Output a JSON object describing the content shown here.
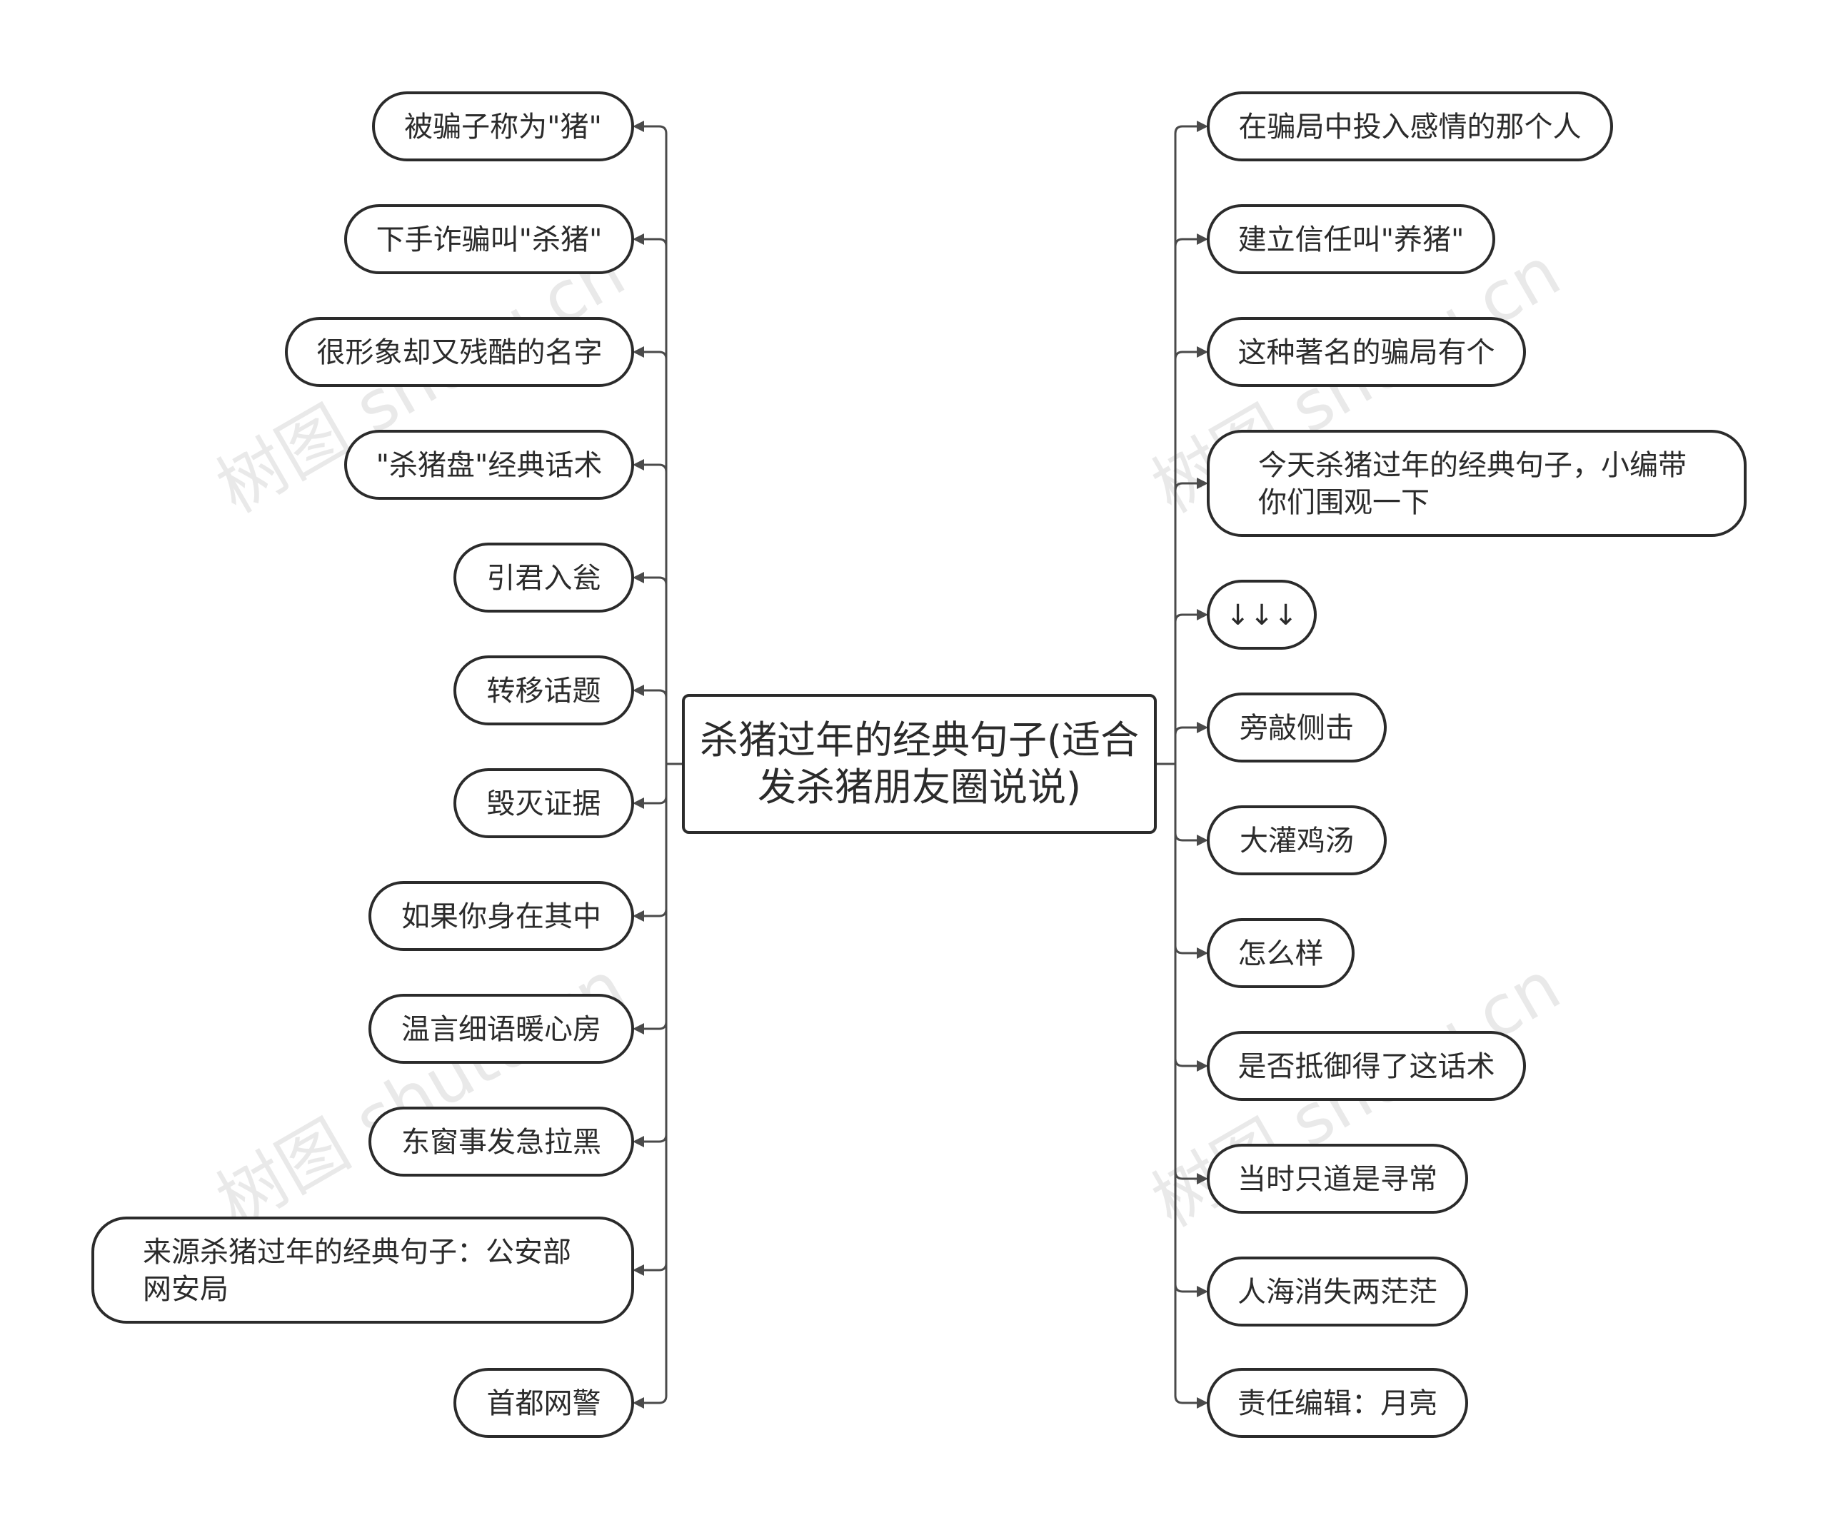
{
  "root": {
    "lines": [
      "杀猪过年的经典句子(适合",
      "发杀猪朋友圈说说)"
    ]
  },
  "left": [
    {
      "lines": [
        "被骗子称为\"猪\""
      ]
    },
    {
      "lines": [
        "下手诈骗叫\"杀猪\""
      ]
    },
    {
      "lines": [
        "很形象却又残酷的名字"
      ]
    },
    {
      "lines": [
        "\"杀猪盘\"经典话术"
      ]
    },
    {
      "lines": [
        "引君入瓮"
      ]
    },
    {
      "lines": [
        "转移话题"
      ]
    },
    {
      "lines": [
        "毁灭证据"
      ]
    },
    {
      "lines": [
        "如果你身在其中"
      ]
    },
    {
      "lines": [
        "温言细语暖心房"
      ]
    },
    {
      "lines": [
        "东窗事发急拉黑"
      ]
    },
    {
      "lines": [
        "来源杀猪过年的经典句子：公安部",
        "网安局"
      ]
    },
    {
      "lines": [
        "首都网警"
      ]
    }
  ],
  "right": [
    {
      "lines": [
        "在骗局中投入感情的那个人"
      ]
    },
    {
      "lines": [
        "建立信任叫\"养猪\""
      ]
    },
    {
      "lines": [
        "这种著名的骗局有个"
      ]
    },
    {
      "lines": [
        "今天杀猪过年的经典句子，小编带",
        "你们围观一下"
      ]
    },
    {
      "lines": [
        "↓↓↓"
      ]
    },
    {
      "lines": [
        "旁敲侧击"
      ]
    },
    {
      "lines": [
        "大灌鸡汤"
      ]
    },
    {
      "lines": [
        "怎么样"
      ]
    },
    {
      "lines": [
        "是否抵御得了这话术"
      ]
    },
    {
      "lines": [
        "当时只道是寻常"
      ]
    },
    {
      "lines": [
        "人海消失两茫茫"
      ]
    },
    {
      "lines": [
        "责任编辑：月亮"
      ]
    }
  ],
  "watermark": "树图 shutu.cn"
}
